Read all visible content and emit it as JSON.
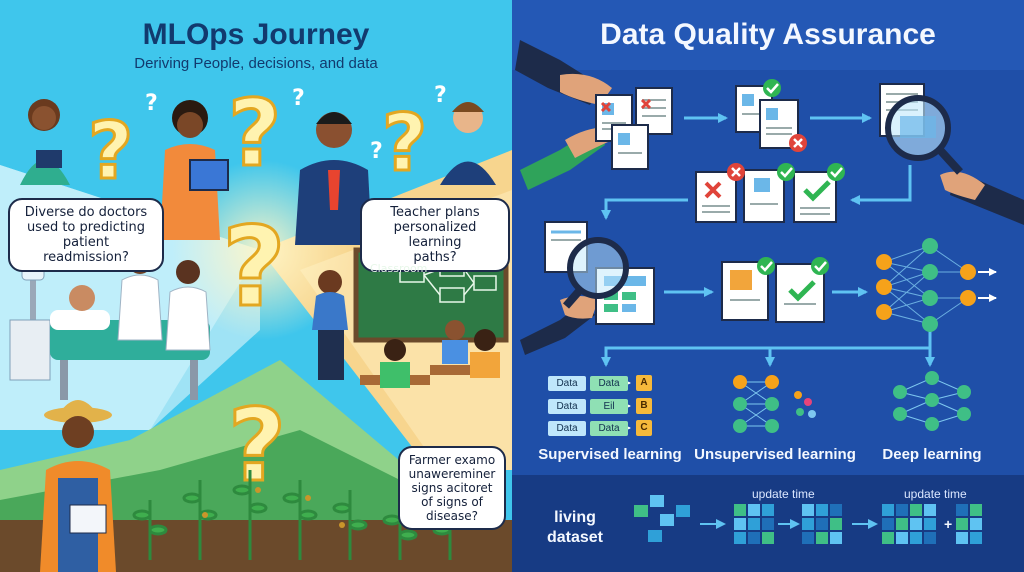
{
  "left": {
    "title": "MLOps Journey",
    "subtitle": "Deriving People, decisions, and data",
    "bubble_health": [
      "Diverse do doctors",
      "used to predicting",
      "patient readmission?"
    ],
    "bubble_teacher": [
      "Teacher plans",
      "personalized learning",
      "paths?"
    ],
    "board_label": "Classroom",
    "bubble_farmer": [
      "Farmer examo",
      "unawereminer",
      "signs acitoret",
      "of signs of",
      "disease?"
    ]
  },
  "right": {
    "title": "Data Quality Assurance",
    "learning": [
      {
        "label": "Supervised learning"
      },
      {
        "label": "Unsupervised learning"
      },
      {
        "label": "Deep learning"
      }
    ],
    "supervised_rows": [
      {
        "left": "Data",
        "mid": "Data",
        "out": "A"
      },
      {
        "left": "Data",
        "mid": "Eil",
        "out": "B"
      },
      {
        "left": "Data",
        "mid": "Data",
        "out": "C"
      }
    ],
    "living_dataset": [
      "living",
      "dataset"
    ],
    "update_time_1": "update time",
    "update_time_2": "update time",
    "plus": "+"
  },
  "colors": {
    "left_bg": "#3fc6ec",
    "right_bg": "#1f4fa8",
    "title_dark": "#123a6e",
    "accent_check": "#2fb552",
    "accent_cross": "#e0443a",
    "node_orange": "#f6a21a",
    "node_green": "#3fbf86",
    "arrow": "#5fc3f2"
  }
}
